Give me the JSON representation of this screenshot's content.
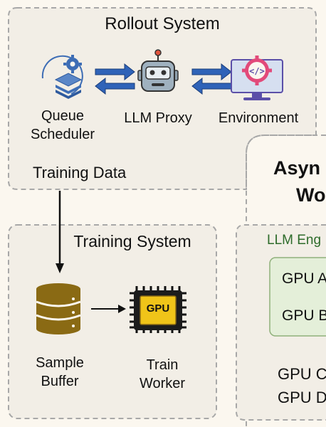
{
  "rollout": {
    "title": "Rollout System",
    "queue_scheduler": "Queue\nScheduler",
    "llm_proxy": "LLM Proxy",
    "environment": "Environment",
    "training_data": "Training Data"
  },
  "training": {
    "title": "Training System",
    "sample_buffer": "Sample\nBuffer",
    "train_worker": "Train\nWorker",
    "gpu_chip_label": "GPU"
  },
  "async_panel": {
    "title_line1": "Asyn",
    "title_line2": "Wo",
    "llm_engine": "LLM Eng",
    "gpu_a": "GPU A",
    "gpu_b": "GPU B",
    "gpu_c": "GPU C",
    "gpu_d": "GPU D"
  },
  "colors": {
    "panel_fill": "#f2eee6",
    "dashed_border": "#a8a8a8",
    "arrow_blue": "#2f63b8",
    "db_brown": "#8a6a14",
    "chip_yellow": "#f0c419",
    "engine_green": "#2d6b2a",
    "engine_box_fill": "#e4efd9"
  }
}
